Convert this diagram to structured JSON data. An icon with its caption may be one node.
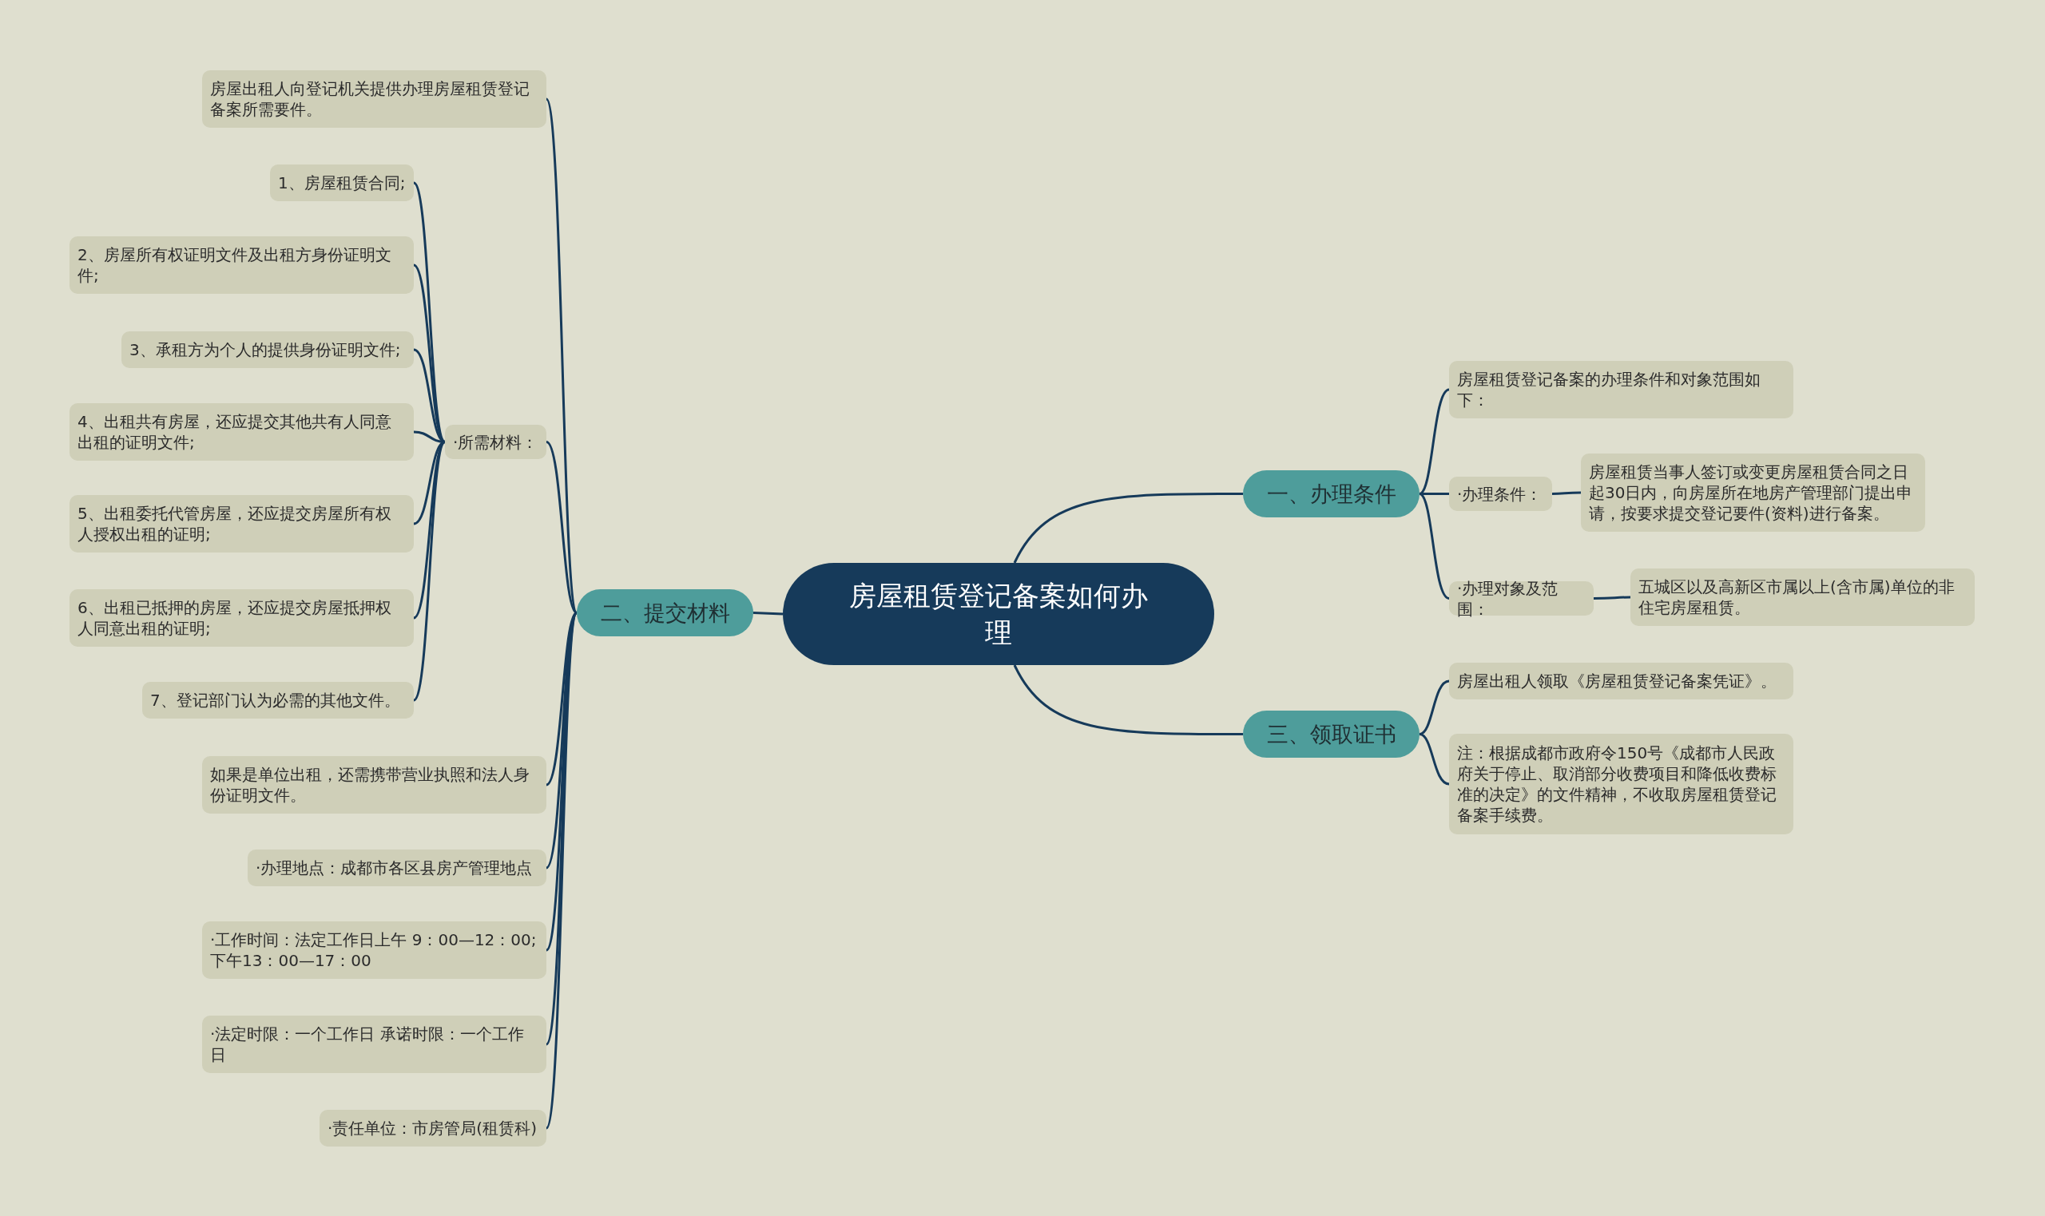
{
  "diagram": {
    "nodes": [
      {
        "text": [
          "房屋租赁登记备案如何办理"
        ]
      },
      {
        "text": [
          "一、办理条件"
        ]
      },
      {
        "text": [
          "房屋租赁登记备案的办理条件和对象范围如下："
        ]
      },
      {
        "text": [
          "·办理条件："
        ]
      },
      {
        "text": [
          "房屋租赁当事人签订或变更房屋租赁合同之日起30日内，向房屋所在地房产管理部门提出申请，按要求提交登记要件(资料)进行备案。"
        ]
      },
      {
        "text": [
          "·办理对象及范围："
        ]
      },
      {
        "text": [
          "五城区以及高新区市属以上(含市属)单位的非住宅房屋租赁。"
        ]
      },
      {
        "text": [
          "三、领取证书"
        ]
      },
      {
        "text": [
          "房屋出租人领取《房屋租赁登记备案凭证》。"
        ]
      },
      {
        "text": [
          "注：根据成都市政府令150号《成都市人民政府关于停止、取消部分收费项目和降低收费标准的决定》的文件精神，不收取房屋租赁登记备案手续费。"
        ]
      },
      {
        "text": [
          "二、提交材料"
        ]
      },
      {
        "text": [
          "房屋出租人向登记机关提供办理房屋租赁登记备案所需要件。"
        ]
      },
      {
        "text": [
          "·所需材料："
        ]
      },
      {
        "text": [
          "1、房屋租赁合同;"
        ]
      },
      {
        "text": [
          "2、房屋所有权证明文件及出租方身份证明文件;"
        ]
      },
      {
        "text": [
          "3、承租方为个人的提供身份证明文件;"
        ]
      },
      {
        "text": [
          "4、出租共有房屋，还应提交其他共有人同意出租的证明文件;"
        ]
      },
      {
        "text": [
          "5、出租委托代管房屋，还应提交房屋所有权人授权出租的证明;"
        ]
      },
      {
        "text": [
          "6、出租已抵押的房屋，还应提交房屋抵押权人同意出租的证明;"
        ]
      },
      {
        "text": [
          "7、登记部门认为必需的其他文件。"
        ]
      },
      {
        "text": [
          "如果是单位出租，还需携带营业执照和法人身份证明文件。"
        ]
      },
      {
        "text": [
          "·办理地点：成都市各区县房产管理地点"
        ]
      },
      {
        "text": [
          "·工作时间：法定工作日上午 9：00—12：00; 下午13：00—17：00"
        ]
      },
      {
        "text": [
          "·法定时限：一个工作日 承诺时限：一个工作日"
        ]
      },
      {
        "text": [
          "·责任单位：市房管局(租赁科)"
        ]
      }
    ],
    "edges": [
      {
        "from": 0,
        "to": 1,
        "arrow": "none"
      },
      {
        "from": 1,
        "to": 2,
        "arrow": "none"
      },
      {
        "from": 1,
        "to": 3,
        "arrow": "none"
      },
      {
        "from": 3,
        "to": 4,
        "arrow": "none"
      },
      {
        "from": 1,
        "to": 5,
        "arrow": "none"
      },
      {
        "from": 5,
        "to": 6,
        "arrow": "none"
      },
      {
        "from": 0,
        "to": 7,
        "arrow": "none"
      },
      {
        "from": 7,
        "to": 8,
        "arrow": "none"
      },
      {
        "from": 7,
        "to": 9,
        "arrow": "none"
      },
      {
        "from": 0,
        "to": 10,
        "arrow": "none"
      },
      {
        "from": 10,
        "to": 11,
        "arrow": "none"
      },
      {
        "from": 10,
        "to": 12,
        "arrow": "none"
      },
      {
        "from": 12,
        "to": 13,
        "arrow": "none"
      },
      {
        "from": 12,
        "to": 14,
        "arrow": "none"
      },
      {
        "from": 12,
        "to": 15,
        "arrow": "none"
      },
      {
        "from": 12,
        "to": 16,
        "arrow": "none"
      },
      {
        "from": 12,
        "to": 17,
        "arrow": "none"
      },
      {
        "from": 12,
        "to": 18,
        "arrow": "none"
      },
      {
        "from": 12,
        "to": 19,
        "arrow": "none"
      },
      {
        "from": 10,
        "to": 20,
        "arrow": "none"
      },
      {
        "from": 10,
        "to": 21,
        "arrow": "none"
      },
      {
        "from": 10,
        "to": 22,
        "arrow": "none"
      },
      {
        "from": 10,
        "to": 23,
        "arrow": "none"
      },
      {
        "from": 10,
        "to": 24,
        "arrow": "none"
      }
    ]
  }
}
